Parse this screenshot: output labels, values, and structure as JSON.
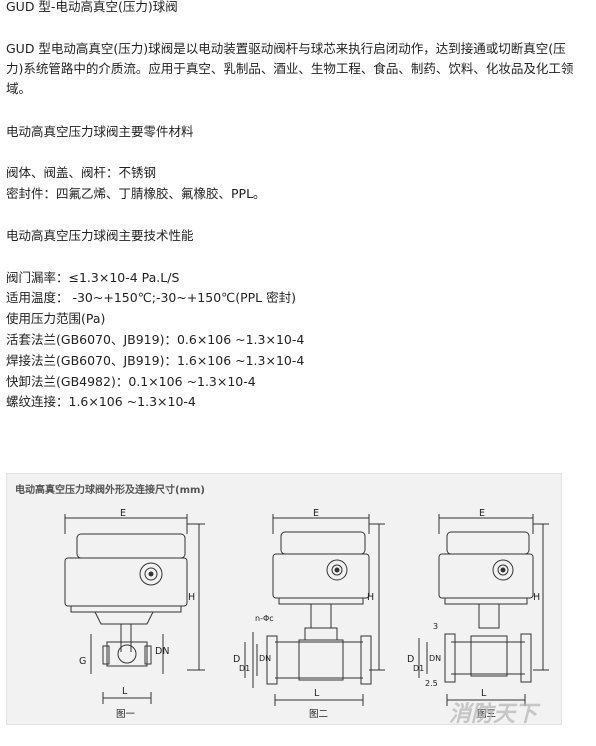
{
  "title": "GUD 型-电动高真空(压力)球阀",
  "intro": "GUD 型电动高真空(压力)球阀是以电动装置驱动阀杆与球芯来执行启闭动作，达到接通或切断真空(压力)系统管路中的介质流。应用于真空、乳制品、酒业、生物工程、食品、制药、饮料、化妆品及化工领域。",
  "materials": {
    "heading": "电动高真空压力球阀主要零件材料",
    "lines": [
      "阀体、阀盖、阀杆：不锈钢",
      "密封件：四氟乙烯、丁腈橡胶、氟橡胶、PPL。"
    ]
  },
  "performance": {
    "heading": "电动高真空压力球阀主要技术性能",
    "lines": [
      "阀门漏率：≤1.3×10-4 Pa.L/S",
      "适用温度：  -30~+150℃;-30~+150℃(PPL 密封)",
      "使用压力范围(Pa)",
      "活套法兰(GB6070、JB919)：0.6×106 ~1.3×10-4",
      "焊接法兰(GB6070、JB919)：1.6×106 ~1.3×10-4",
      "快卸法兰(GB4982)：0.1×106 ~1.3×10-4",
      "螺纹连接：1.6×106 ~1.3×10-4"
    ]
  },
  "figure": {
    "title": "电动高真空压力球阀外形及连接尺寸(mm)",
    "captions": [
      "图一",
      "图二",
      "图三"
    ],
    "dims": {
      "e": "E",
      "h": "H",
      "l": "L",
      "g": "G",
      "dn": "DN",
      "d": "D",
      "d1": "D1",
      "n_phi_c": "n-Φc",
      "three": "3",
      "two_five": "2.5"
    },
    "watermark": "消防天下"
  }
}
